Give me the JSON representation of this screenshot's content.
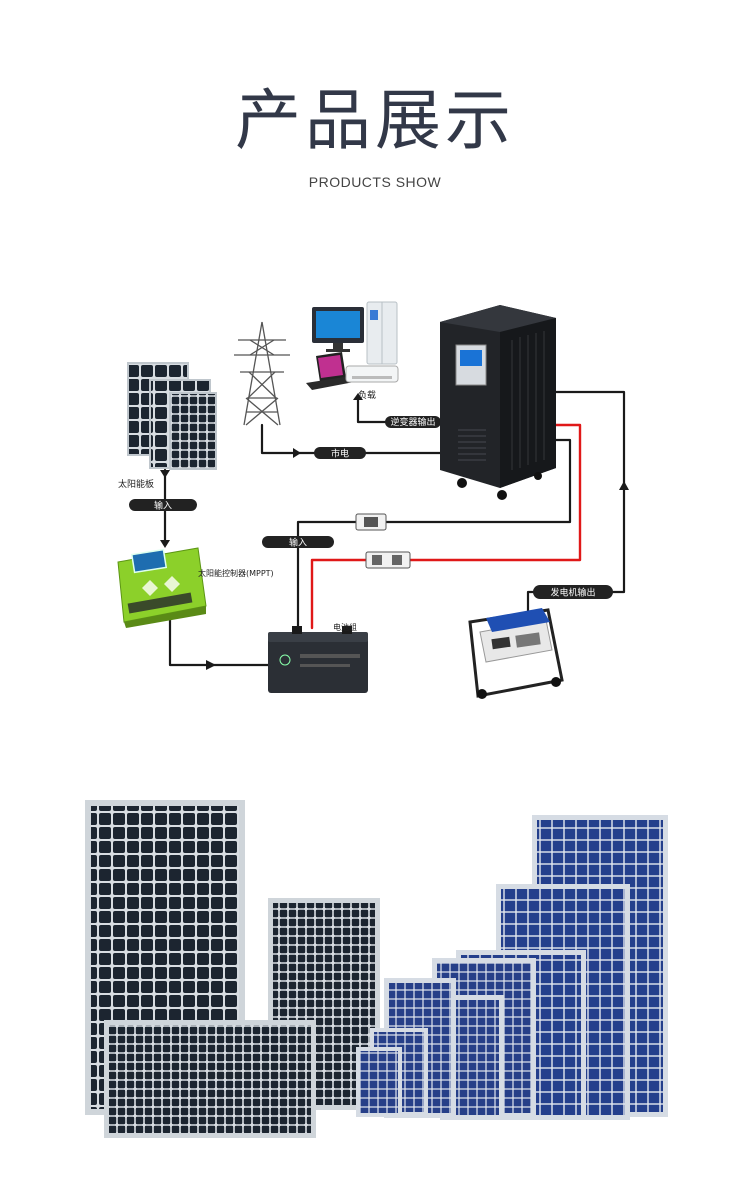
{
  "header": {
    "title": "产品展示",
    "subtitle": "PRODUCTS SHOW"
  },
  "diagram": {
    "solar_panel_label": "太阳能板",
    "input_label_1": "输入",
    "input_label_2": "输入",
    "controller_label": "太阳能控制器(MPPT)",
    "grid_label": "市电",
    "load_label": "负载",
    "inverter_output_label": "逆变器输出",
    "battery_label": "电池组",
    "generator_output_label": "发电机输出"
  },
  "colors": {
    "title": "#323848",
    "dark_wire": "#1a1a1a",
    "red_wire": "#e01818",
    "controller_green": "#8cd02a",
    "panel_blue": "#1f3d8a"
  }
}
